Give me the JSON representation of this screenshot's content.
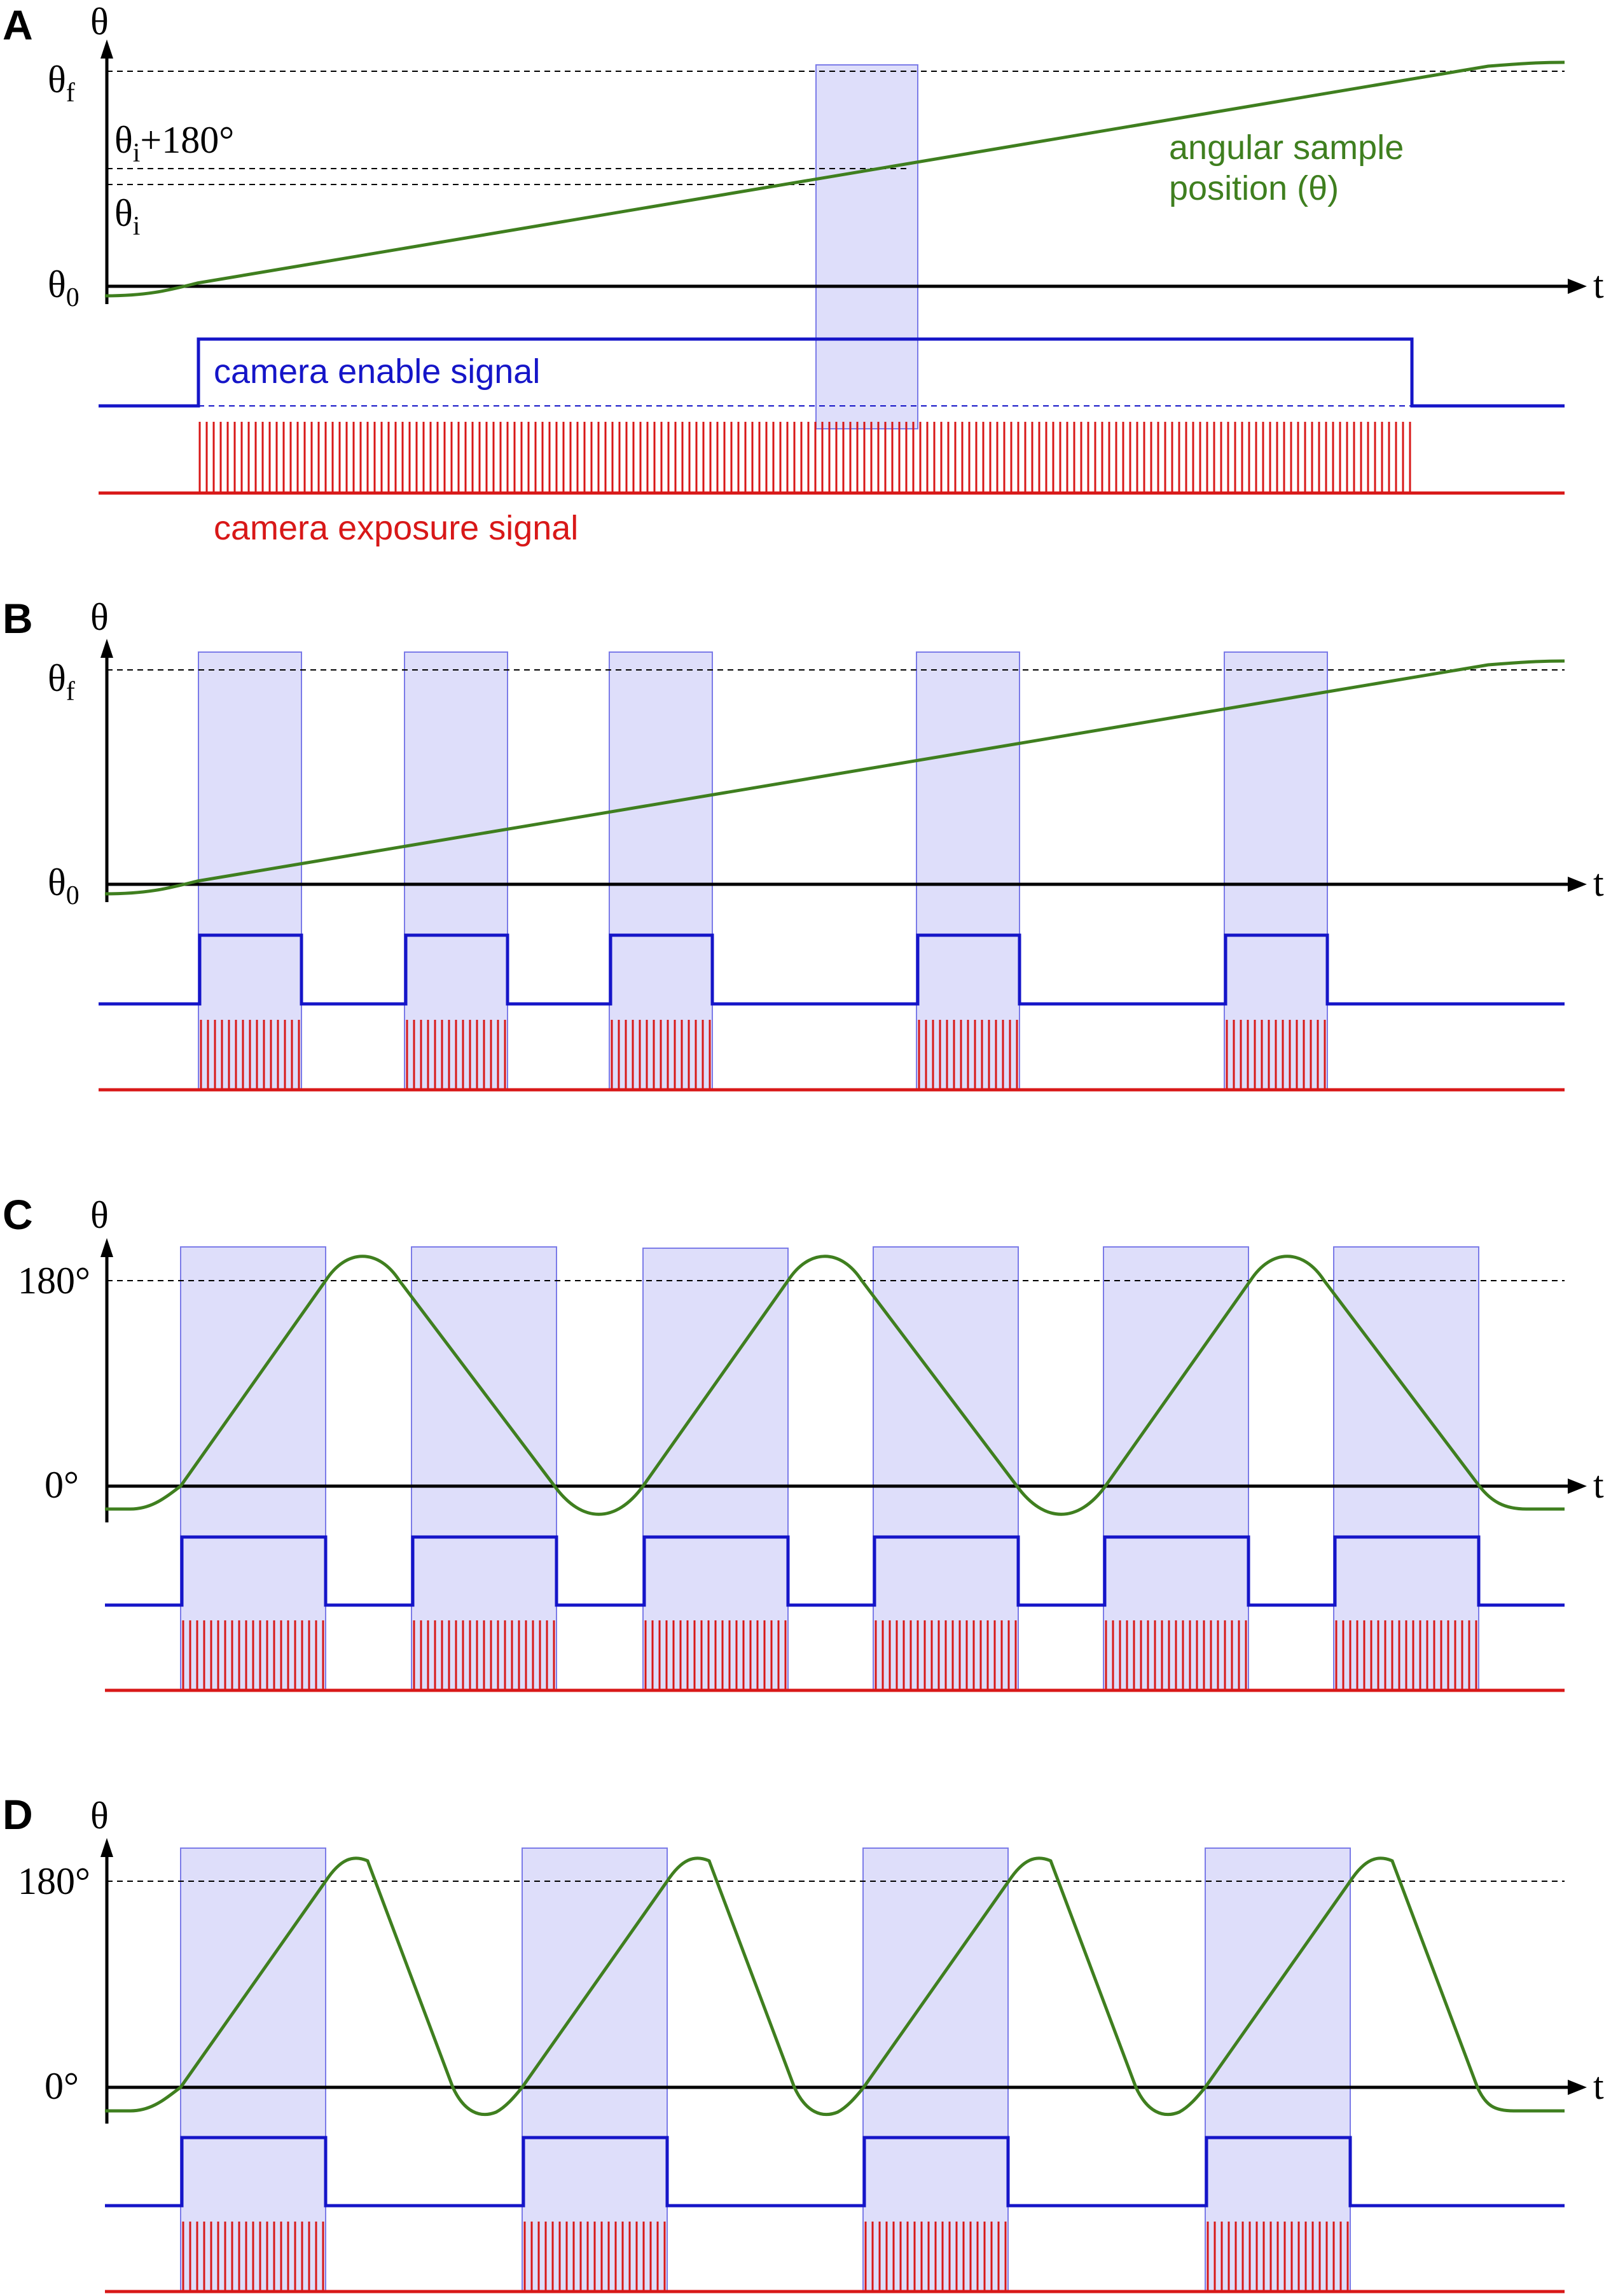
{
  "colors": {
    "angle_curve": "#3f7f1f",
    "enable_signal": "#1515c8",
    "exposure_signal": "#d81818",
    "acquisition_window_fill": "#dedefa",
    "acquisition_window_stroke": "#7b7be8",
    "axis": "#000000"
  },
  "axes": {
    "y_symbol": "θ",
    "x_symbol": "t"
  },
  "panels": [
    {
      "id": "A",
      "letter": "A",
      "y_levels": [
        {
          "base": "θ",
          "sub": "f",
          "suffix": ""
        },
        {
          "base": "θ",
          "sub": "i",
          "suffix": "+180°"
        },
        {
          "base": "θ",
          "sub": "i",
          "suffix": ""
        },
        {
          "base": "θ",
          "sub": "0",
          "suffix": ""
        }
      ],
      "annotations": {
        "angle_curve_line1": "angular sample",
        "angle_curve_line2": "position (θ)",
        "enable_signal": "camera enable signal",
        "exposure_signal": "camera exposure signal"
      },
      "acquisition_windows": 1,
      "profile": "single-slow-ramp"
    },
    {
      "id": "B",
      "letter": "B",
      "y_levels": [
        {
          "base": "θ",
          "sub": "f",
          "suffix": ""
        },
        {
          "base": "θ",
          "sub": "0",
          "suffix": ""
        }
      ],
      "acquisition_windows": 5,
      "profile": "single-slow-ramp"
    },
    {
      "id": "C",
      "letter": "C",
      "y_levels": [
        {
          "base": "180°",
          "sub": "",
          "suffix": ""
        },
        {
          "base": "0°",
          "sub": "",
          "suffix": ""
        }
      ],
      "acquisition_windows": 6,
      "profile": "back-and-forth-sweep"
    },
    {
      "id": "D",
      "letter": "D",
      "y_levels": [
        {
          "base": "180°",
          "sub": "",
          "suffix": ""
        },
        {
          "base": "0°",
          "sub": "",
          "suffix": ""
        }
      ],
      "acquisition_windows": 4,
      "profile": "forward-sweep-fast-return"
    }
  ]
}
